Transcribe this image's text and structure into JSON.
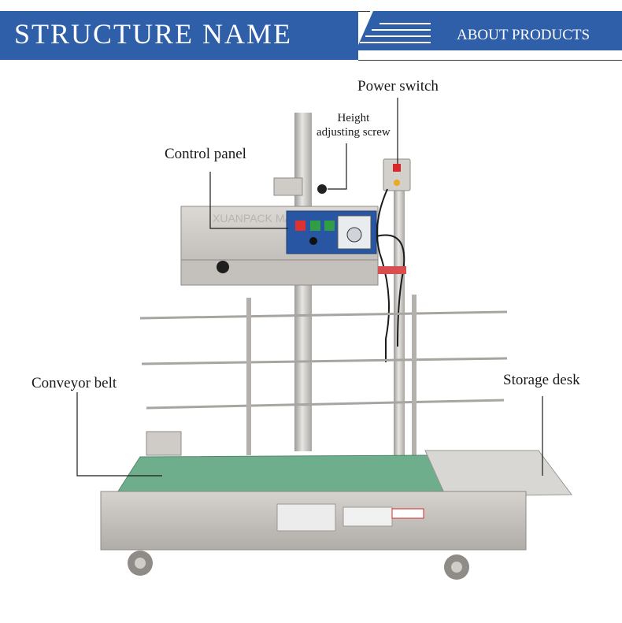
{
  "header": {
    "title": "STRUCTURE NAME",
    "subtitle": "ABOUT PRODUCTS",
    "colors": {
      "banner": "#2e5fa8",
      "text": "#ffffff"
    }
  },
  "labels": {
    "power_switch": "Power switch",
    "height_line1": "Height",
    "height_line2": "adjusting screw",
    "control_panel": "Control panel",
    "conveyor_belt": "Conveyor belt",
    "storage_desk": "Storage desk"
  },
  "watermark": "XUANPACK MACHINERY",
  "colors": {
    "steel": "#c9c6c2",
    "belt": "#6fae8c",
    "panel_blue": "#2956a3"
  }
}
